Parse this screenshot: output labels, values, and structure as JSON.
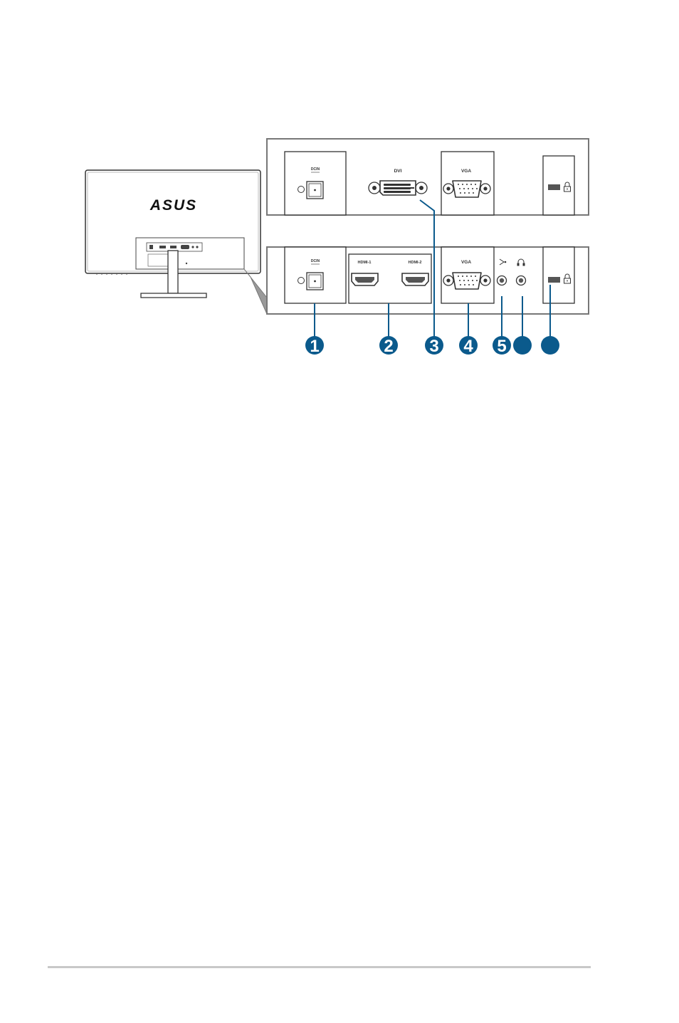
{
  "brand": {
    "logo_text": "ASUS"
  },
  "panels": {
    "top": {
      "dc_label": "DCIN",
      "dvi_label": "DVI",
      "vga_label": "VGA"
    },
    "bottom": {
      "dc_label": "DCIN",
      "hdmi1_label": "HDMI-1",
      "hdmi2_label": "HDMI-2",
      "vga_label": "VGA"
    }
  },
  "callouts": [
    "1",
    "2",
    "3",
    "4",
    "5",
    "",
    ""
  ],
  "colors": {
    "callout_fill": "#0b5a8c",
    "outline": "#333333",
    "panel_border": "#777777",
    "connector_fill": "#555555",
    "footer_rule": "#c8c8c8"
  }
}
